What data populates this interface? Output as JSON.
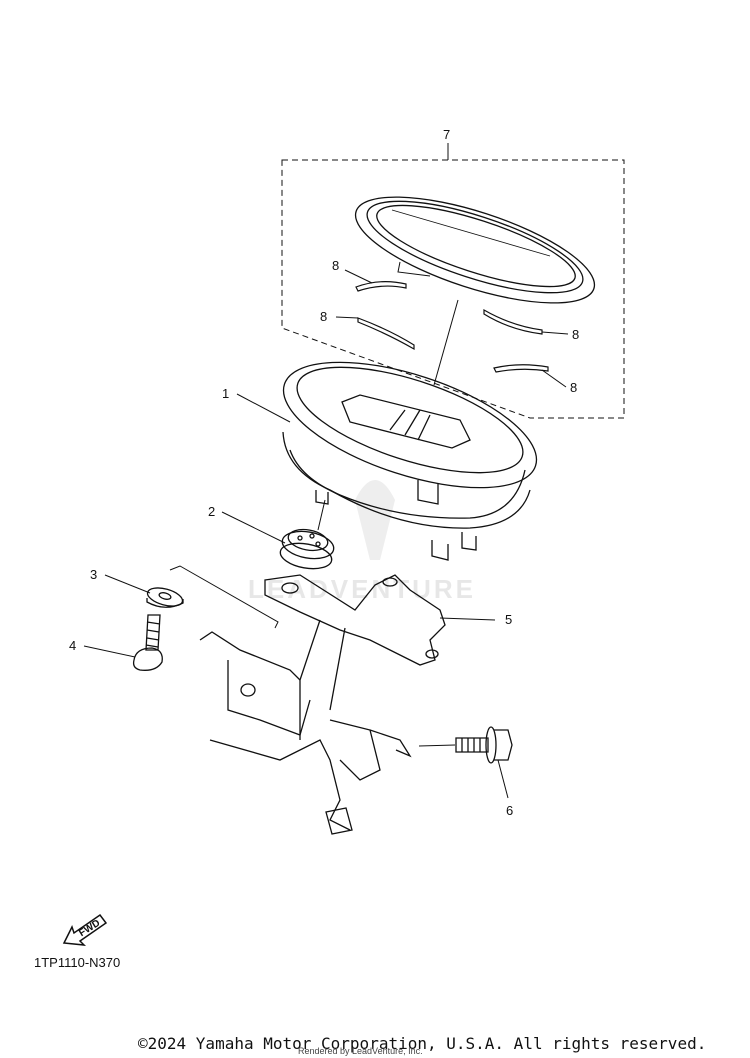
{
  "callouts": {
    "c1": "1",
    "c2": "2",
    "c3": "3",
    "c4": "4",
    "c5": "5",
    "c6": "6",
    "c7": "7",
    "c8a": "8",
    "c8b": "8",
    "c8c": "8",
    "c8d": "8"
  },
  "fwd_label": "FWD",
  "diagram_code": "1TP1110-N370",
  "copyright": "©2024 Yamaha Motor Corporation, U.S.A. All rights reserved.",
  "rendered_by": "Rendered by LeadVenture, Inc.",
  "watermark_text": "LEADVENTURE",
  "colors": {
    "line": "#111111",
    "watermark": "#d9d9d9"
  }
}
